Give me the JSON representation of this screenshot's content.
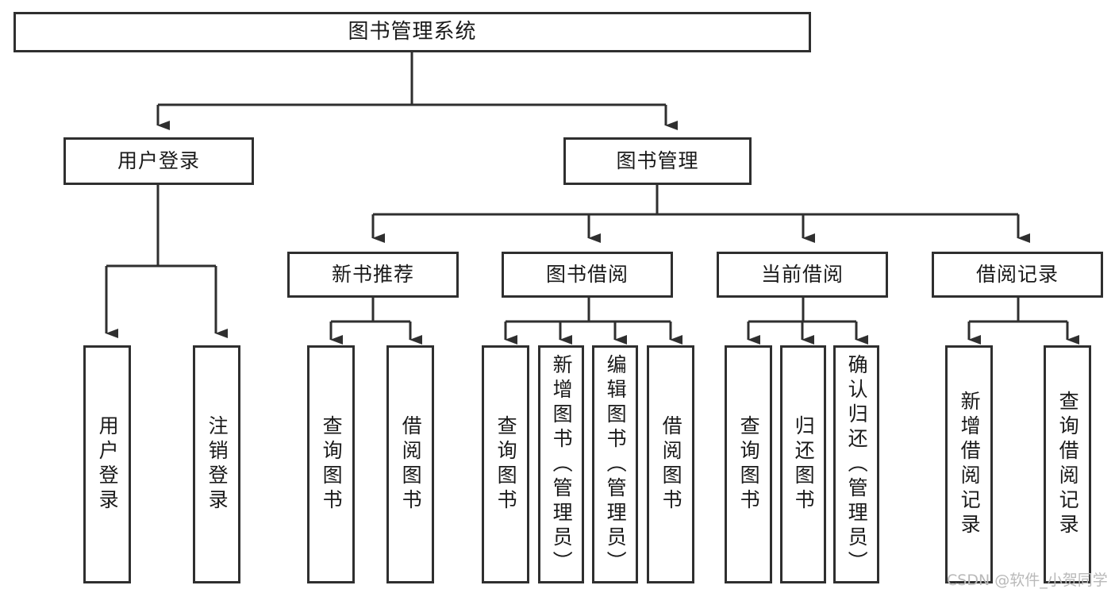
{
  "diagram": {
    "type": "tree-hierarchy",
    "title": "图书管理系统",
    "root": {
      "label": "图书管理系统"
    },
    "level2": [
      {
        "id": "user-login",
        "label": "用户登录"
      },
      {
        "id": "book-manage",
        "label": "图书管理"
      }
    ],
    "level3": [
      {
        "id": "new-book-recommend",
        "label": "新书推荐",
        "parent": "book-manage"
      },
      {
        "id": "book-borrow",
        "label": "图书借阅",
        "parent": "book-manage"
      },
      {
        "id": "current-borrow",
        "label": "当前借阅",
        "parent": "book-manage"
      },
      {
        "id": "borrow-record",
        "label": "借阅记录",
        "parent": "book-manage"
      }
    ],
    "leaves": [
      {
        "id": "leaf-user-login",
        "label": "用户登录",
        "parent": "user-login"
      },
      {
        "id": "leaf-logout",
        "label": "注销登录",
        "parent": "user-login"
      },
      {
        "id": "leaf-query-book-1",
        "label": "查询图书",
        "parent": "new-book-recommend"
      },
      {
        "id": "leaf-borrow-book-1",
        "label": "借阅图书",
        "parent": "new-book-recommend"
      },
      {
        "id": "leaf-query-book-2",
        "label": "查询图书",
        "parent": "book-borrow"
      },
      {
        "id": "leaf-add-book",
        "label": "新增图书（管理员）",
        "parent": "book-borrow"
      },
      {
        "id": "leaf-edit-book",
        "label": "编辑图书（管理员）",
        "parent": "book-borrow"
      },
      {
        "id": "leaf-borrow-book-2",
        "label": "借阅图书",
        "parent": "book-borrow"
      },
      {
        "id": "leaf-query-book-3",
        "label": "查询图书",
        "parent": "current-borrow"
      },
      {
        "id": "leaf-return-book",
        "label": "归还图书",
        "parent": "current-borrow"
      },
      {
        "id": "leaf-confirm-return",
        "label": "确认归还（管理员）",
        "parent": "current-borrow"
      },
      {
        "id": "leaf-add-record",
        "label": "新增借阅记录",
        "parent": "borrow-record"
      },
      {
        "id": "leaf-query-record",
        "label": "查询借阅记录",
        "parent": "borrow-record"
      }
    ],
    "colors": {
      "stroke": "#2f2f2f",
      "fill": "#ffffff",
      "text": "#1a1a1a",
      "watermark": "#b9b9b9"
    }
  },
  "watermark": {
    "text": "CSDN @软件_小贺同学"
  }
}
